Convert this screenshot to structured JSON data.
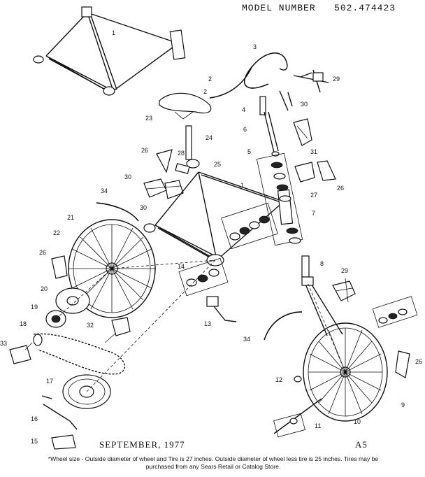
{
  "header": {
    "model_label": "MODEL NUMBER",
    "model_number": "502.474423"
  },
  "footer": {
    "date": "SEPTEMBER, 1977",
    "page_code": "A5",
    "note_line1": "*Wheel size - Outside diameter of wheel and Tire is 27 inches. Outside diameter of wheel less tire is 25 inches. Tires may be",
    "note_line2": "purchased from any Sears Retail or Catalog Store."
  },
  "callouts": [
    "1",
    "2",
    "3",
    "4",
    "5",
    "6",
    "7",
    "8",
    "9",
    "10",
    "11",
    "12",
    "13",
    "14",
    "15",
    "16",
    "17",
    "18",
    "19",
    "20",
    "21",
    "22",
    "23",
    "24",
    "25",
    "26",
    "27",
    "28",
    "29",
    "30",
    "31",
    "32",
    "33",
    "34"
  ]
}
